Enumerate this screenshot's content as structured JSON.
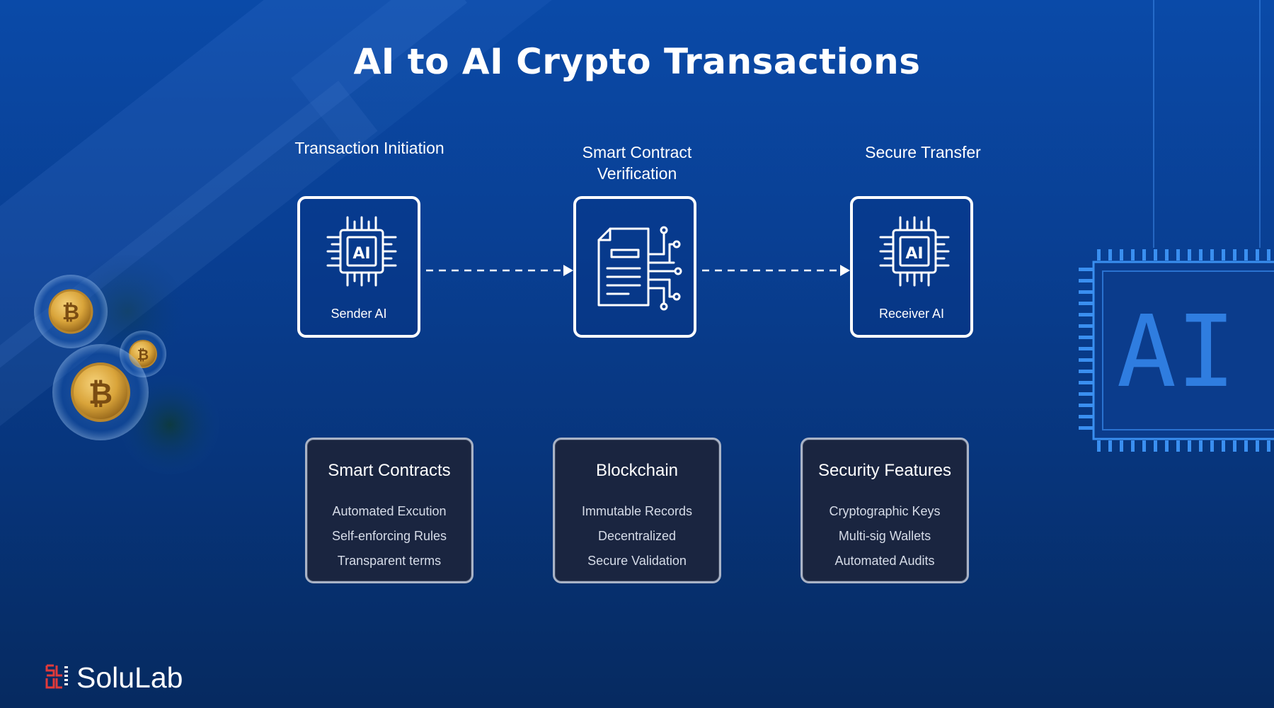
{
  "title": "AI to AI Crypto Transactions",
  "steps": [
    {
      "heading": "Transaction Initiation",
      "node_label": "Sender AI",
      "icon": "ai-chip-icon"
    },
    {
      "heading": "Smart Contract Verification",
      "node_label": "",
      "icon": "smart-contract-document-icon"
    },
    {
      "heading": "Secure Transfer",
      "node_label": "Receiver AI",
      "icon": "ai-chip-icon"
    }
  ],
  "chip_text": "AI",
  "cards": [
    {
      "title": "Smart Contracts",
      "items": [
        "Automated Excution",
        "Self-enforcing Rules",
        "Transparent terms"
      ]
    },
    {
      "title": "Blockchain",
      "items": [
        "Immutable Records",
        "Decentralized",
        "Secure Validation"
      ]
    },
    {
      "title": "Security Features",
      "items": [
        "Cryptographic Keys",
        "Multi-sig Wallets",
        "Automated Audits"
      ]
    }
  ],
  "decor": {
    "big_chip_text": "AI",
    "coin_icon": "bitcoin-coin-icon"
  },
  "brand": {
    "name": "SoluLab",
    "logo_icon": "solulab-logo-icon"
  },
  "colors": {
    "background": "#0a4aa8",
    "card_background": "#1a2540",
    "coin_gold": "#d9a43a",
    "chip_glow": "#2f7de0"
  }
}
